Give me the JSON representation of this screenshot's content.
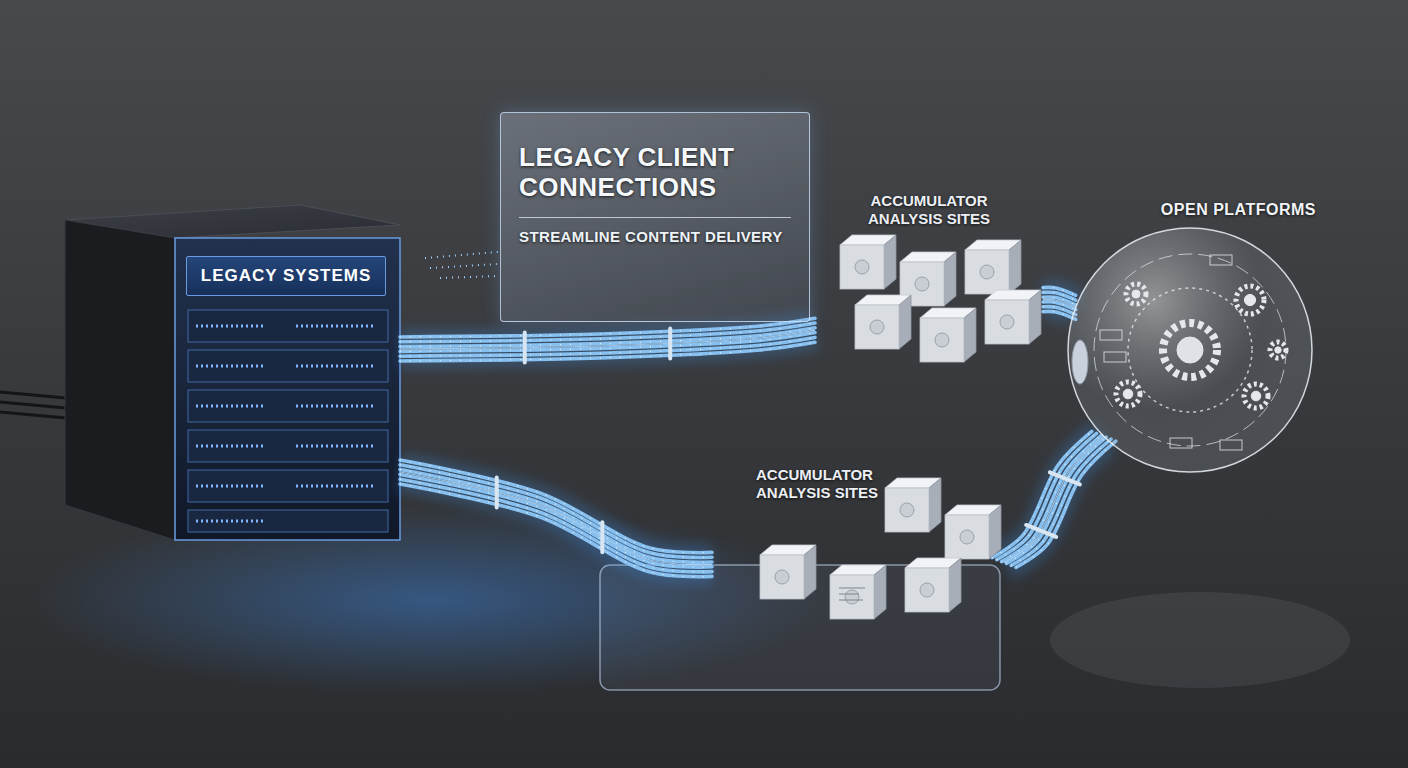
{
  "diagram": {
    "nodes": [
      {
        "text": [
          "LEGACY SYSTEMS"
        ]
      },
      {
        "text": [
          "LEGACY CLIENT CONNECTIONS",
          "STREAMLINE CONTENT DELIVERY"
        ]
      },
      {
        "text": [
          "ACCUMULATOR ANALYSIS SITES"
        ]
      },
      {
        "text": [
          "ACCUMULATOR ANALYSIS SITES"
        ]
      },
      {
        "text": [
          "OPEN PLATFORMS"
        ]
      }
    ],
    "edges": [
      {
        "from": 0,
        "to": 2,
        "arrow": "none"
      },
      {
        "from": 0,
        "to": 3,
        "arrow": "none"
      },
      {
        "from": 2,
        "to": 4,
        "arrow": "none"
      },
      {
        "from": 3,
        "to": 4,
        "arrow": "none"
      }
    ]
  }
}
